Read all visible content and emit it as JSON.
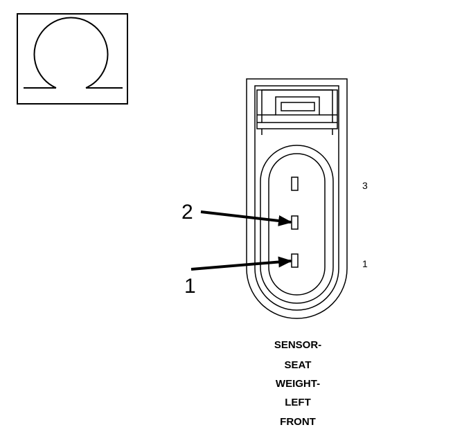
{
  "symbol": {
    "icon": "ohm-icon"
  },
  "callouts": [
    {
      "label": "2"
    },
    {
      "label": "1"
    }
  ],
  "pin_labels": [
    {
      "label": "3"
    },
    {
      "label": "1"
    }
  ],
  "caption": {
    "line1": "SENSOR-",
    "line2": "SEAT",
    "line3": "WEIGHT-",
    "line4": "LEFT",
    "line5": "FRONT"
  }
}
